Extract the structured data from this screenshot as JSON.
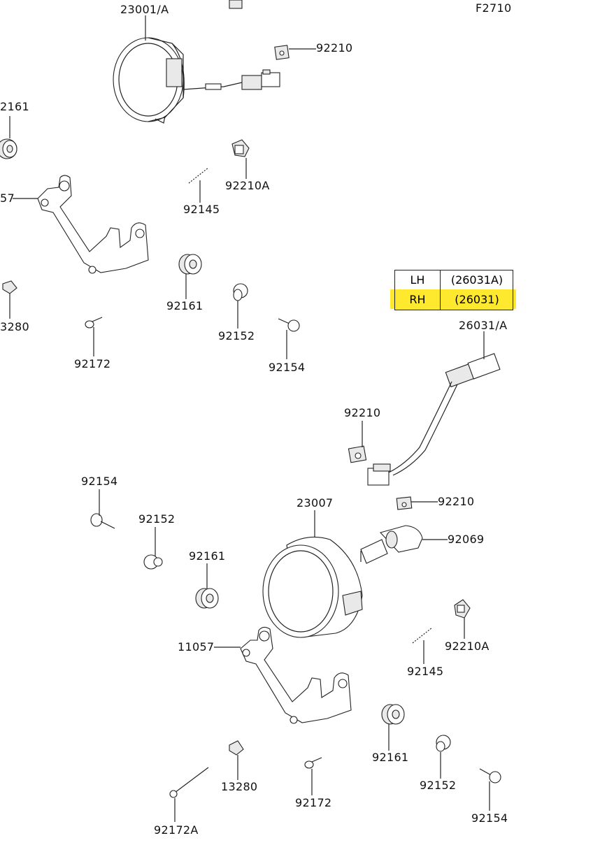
{
  "figure_code": "F2710",
  "table": {
    "rows": [
      {
        "side": "LH",
        "part": "(26031A)",
        "highlighted": false
      },
      {
        "side": "RH",
        "part": "(26031)",
        "highlighted": true
      }
    ],
    "highlight_color": "#ffe92e"
  },
  "labels": {
    "p23001": "23001/A",
    "p92210_top": "92210",
    "p92161_left": "2161",
    "p11057_left": "57",
    "p92145_top": "92145",
    "p92210a_top": "92210A",
    "p92161_mid": "92161",
    "p13280_left": "3280",
    "p92152_top": "92152",
    "p92172_top": "92172",
    "p92154_top": "92154",
    "p26031": "26031/A",
    "p92210_mid": "92210",
    "p92154_left": "92154",
    "p23007": "23007",
    "p92210_low": "92210",
    "p92152_mid": "92152",
    "p92069": "92069",
    "p92161_low": "92161",
    "p92210a_low": "92210A",
    "p11057": "11057",
    "p92145_low": "92145",
    "p92161_bot": "92161",
    "p13280": "13280",
    "p92152_bot": "92152",
    "p92172_bot": "92172",
    "p92154_bot": "92154",
    "p92172a": "92172A"
  }
}
